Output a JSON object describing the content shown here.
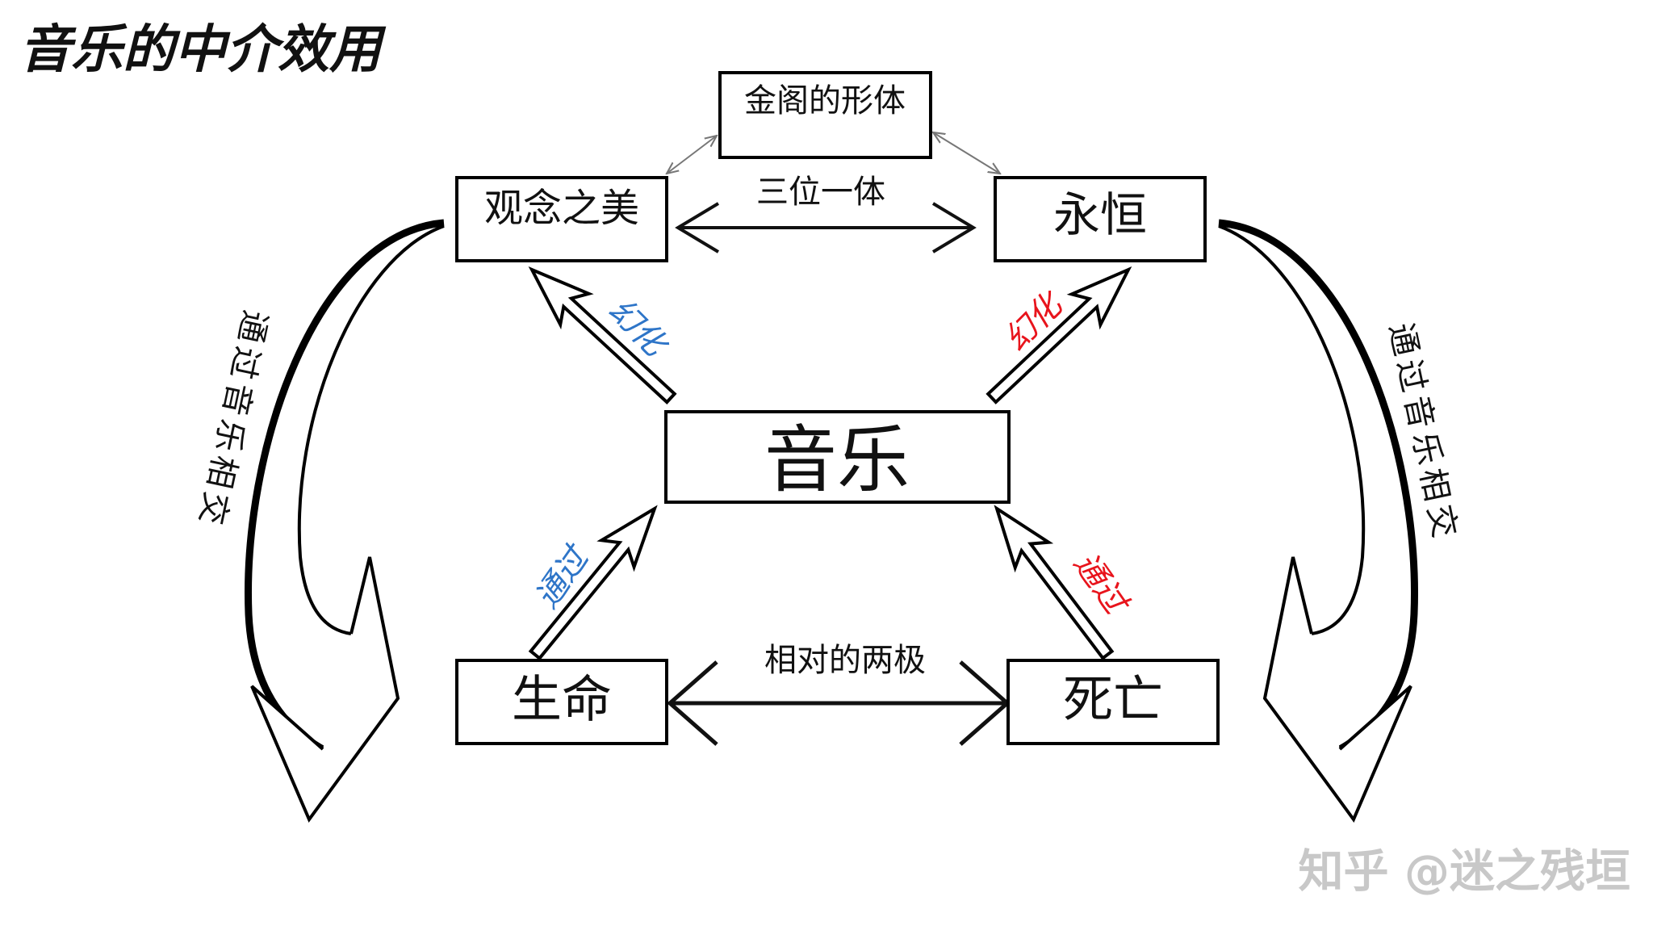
{
  "title": "音乐的中介效用",
  "nodes": {
    "golden_pavilion": "金阁的形体",
    "ideal_beauty": "观念之美",
    "eternity": "永恒",
    "music": "音乐",
    "life": "生命",
    "death": "死亡"
  },
  "edges": {
    "trinity": "三位一体",
    "relative_poles": "相对的两极",
    "illusion_left": "幻化",
    "illusion_right": "幻化",
    "through_left": "通过",
    "through_right": "通过",
    "intersect_left": "通过音乐相交",
    "intersect_right": "通过音乐相交"
  },
  "colors": {
    "blue": "#2e75c8",
    "red": "#e8141c",
    "watermark": "#c8c8c8"
  },
  "watermark": "知乎 @迷之残垣"
}
